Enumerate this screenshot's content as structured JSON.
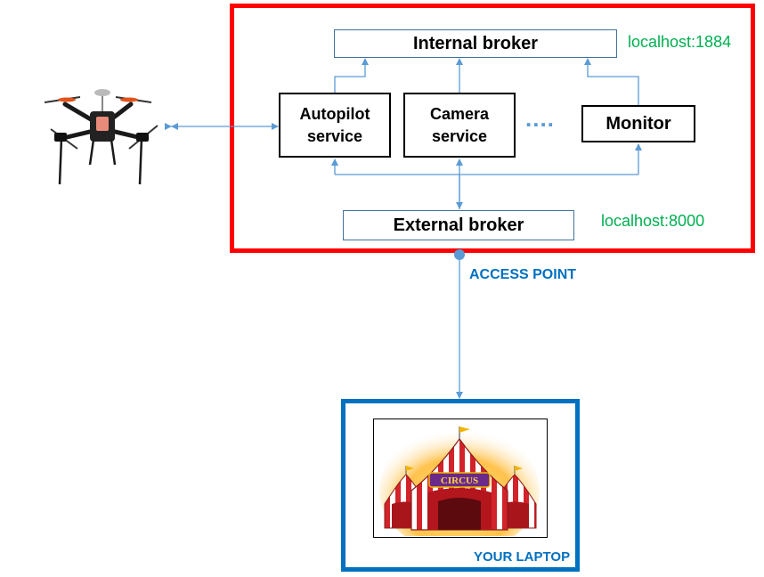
{
  "diagram": {
    "internal_broker": "Internal broker",
    "internal_address": "localhost:1884",
    "autopilot_line1": "Autopilot",
    "autopilot_line2": "service",
    "camera_line1": "Camera",
    "camera_line2": "service",
    "ellipsis": "....",
    "monitor": "Monitor",
    "external_broker": "External broker",
    "external_address": "localhost:8000",
    "access_point": "ACCESS POINT",
    "laptop_label": "YOUR LAPTOP",
    "circus_sign": "CIRCUS"
  },
  "colors": {
    "frame_red": "#ff0000",
    "frame_blue": "#0070c0",
    "connector": "#5b9bd5",
    "address_green": "#00b050"
  },
  "icons": [
    "drone-icon",
    "circus-tent-icon"
  ]
}
